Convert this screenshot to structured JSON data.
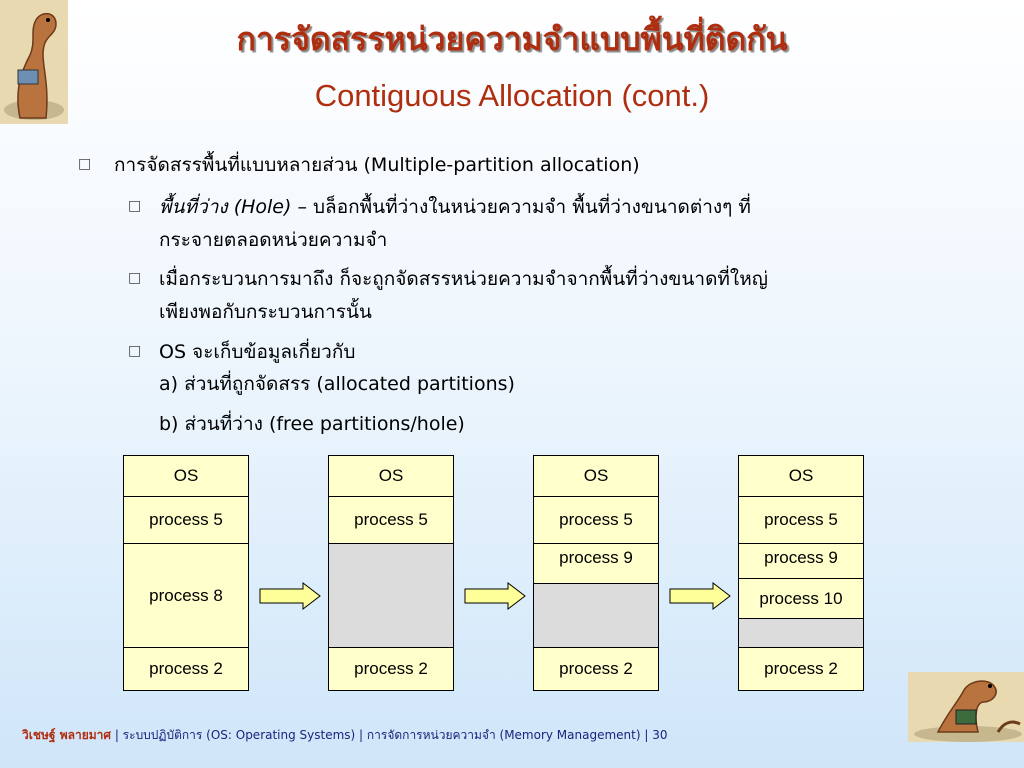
{
  "title": {
    "thai": "การจัดสรรหน่วยความจำแบบพื้นที่ติดกัน",
    "english": "Contiguous Allocation (cont.)"
  },
  "bullets": {
    "l1": "การจัดสรรพื้นที่แบบหลายส่วน (Multiple-partition allocation)",
    "l2_italic": "พื้นที่ว่าง (Hole)",
    "l2_rest": " – บล็อกพื้นที่ว่างในหน่วยความจำ พื้นที่ว่างขนาดต่างๆ ที่",
    "l2b": "กระจายตลอดหน่วยความจำ",
    "l3": "เมื่อกระบวนการมาถึง ก็จะถูกจัดสรรหน่วยความจำจากพื้นที่ว่างขนาดที่ใหญ่",
    "l3b": "เพียงพอกับกระบวนการนั้น",
    "l4": "OS จะเก็บข้อมูลเกี่ยวกับ",
    "l4a": "a) ส่วนที่ถูกจัดสรร (allocated partitions)",
    "l4b": "b) ส่วนที่ว่าง (free partitions/hole)"
  },
  "memory": {
    "m1": {
      "os": "OS",
      "p5": "process 5",
      "p8": "process 8",
      "p2": "process 2"
    },
    "m2": {
      "os": "OS",
      "p5": "process 5",
      "p2": "process 2"
    },
    "m3": {
      "os": "OS",
      "p5": "process 5",
      "p9": "process 9",
      "p2": "process 2"
    },
    "m4": {
      "os": "OS",
      "p5": "process 5",
      "p9": "process 9",
      "p10": "process 10",
      "p2": "process 2"
    }
  },
  "footer": {
    "author": "วิเชษฐ์ พลายมาศ",
    "rest": " | ระบบปฏิบัติการ (OS: Operating Systems) | การจัดการหน่วยความจำ  (Memory Management) | 30"
  },
  "colors": {
    "title": "#b02e10",
    "box": "#ffffcc",
    "hole": "#dcdcdc",
    "arrow": "#ffff99"
  }
}
